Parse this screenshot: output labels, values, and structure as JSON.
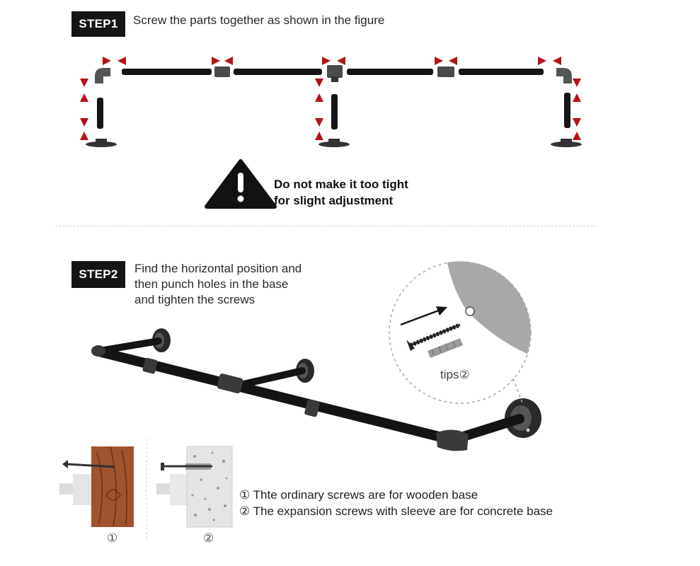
{
  "step1": {
    "badge": "STEP1",
    "text": "Screw the  parts together as shown in the figure"
  },
  "warning": {
    "line1": "Do not make it too tight",
    "line2": "for slight adjustment"
  },
  "step2": {
    "badge": "STEP2",
    "line1": "Find the horizontal position and",
    "line2": "then punch holes in the base",
    "line3": "and tighten the screws"
  },
  "tips": {
    "label": "tips②"
  },
  "bases": {
    "wood_marker": "①",
    "concrete_marker": "②",
    "note1": "① Thte ordinary screws are for wooden base",
    "note2": "② The expansion screws with sleeve are for concrete base"
  },
  "colors": {
    "badge_bg": "#151515",
    "pipe": "#111111",
    "arrow": "#b5121b",
    "wood": "#a0522d",
    "concrete": "#e4e4e4",
    "wall_zoom": "#a8a8a8"
  }
}
